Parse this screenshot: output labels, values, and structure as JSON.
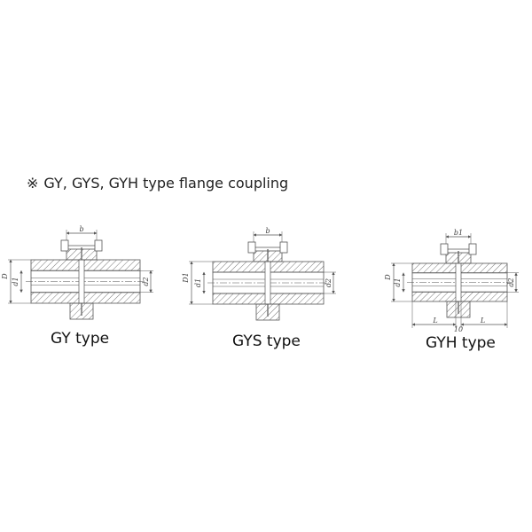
{
  "title": {
    "symbol": "※",
    "text": "GY, GYS, GYH type flange coupling"
  },
  "couplings": [
    {
      "caption": "GY type",
      "labels": {
        "top": "b",
        "outer": "D",
        "left_bore": "d1",
        "right_bore": "d2"
      }
    },
    {
      "caption": "GYS type",
      "labels": {
        "top": "b",
        "outer": "D1",
        "left_bore": "d1",
        "right_bore": "d2"
      }
    },
    {
      "caption": "GYH type",
      "labels": {
        "top": "b1",
        "outer": "D",
        "left_bore": "d1",
        "right_bore": "d2",
        "length_left": "L",
        "length_right": "L",
        "gap": "10"
      }
    }
  ],
  "colors": {
    "line": "#555555",
    "text": "#111111"
  }
}
